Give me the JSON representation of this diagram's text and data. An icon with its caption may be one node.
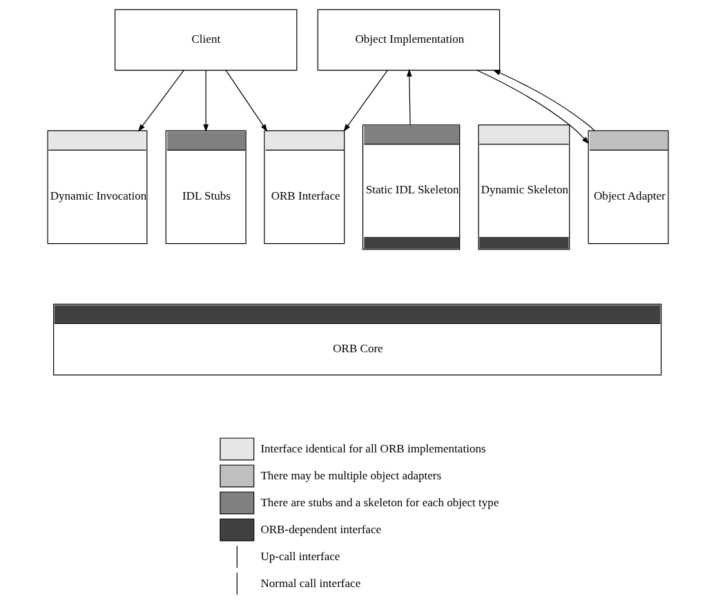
{
  "diagram": {
    "nodes": [
      {
        "text": [
          "Client"
        ]
      },
      {
        "text": [
          "Object Implementation"
        ]
      },
      {
        "text": [
          "Dynamic Invocation"
        ]
      },
      {
        "text": [
          "IDL Stubs"
        ]
      },
      {
        "text": [
          "ORB Interface"
        ]
      },
      {
        "text": [
          "Static IDL Skeleton"
        ]
      },
      {
        "text": [
          "Dynamic Skeleton"
        ]
      },
      {
        "text": [
          "Object Adapter"
        ]
      },
      {
        "text": [
          "ORB Core"
        ]
      }
    ],
    "edges": [
      {
        "from": 0,
        "to": 2,
        "arrow": "to"
      },
      {
        "from": 0,
        "to": 3,
        "arrow": "to"
      },
      {
        "from": 0,
        "to": 4,
        "arrow": "to"
      },
      {
        "from": 1,
        "to": 4,
        "arrow": "to"
      },
      {
        "from": 5,
        "to": 1,
        "arrow": "to"
      },
      {
        "from": 1,
        "to": 7,
        "arrow": "to"
      },
      {
        "from": 7,
        "to": 1,
        "arrow": "to"
      }
    ],
    "legend": [
      {
        "text": "Interface identical for all ORB implementations",
        "color": "#e6e6e6"
      },
      {
        "text": "There may be multiple object adapters",
        "color": "#bfbfbf"
      },
      {
        "text": "There are stubs and a skeleton for each object type",
        "color": "#808080"
      },
      {
        "text": "ORB-dependent interface",
        "color": "#404040"
      },
      {
        "text": "Up-call interface"
      },
      {
        "text": "Normal call interface"
      }
    ]
  }
}
